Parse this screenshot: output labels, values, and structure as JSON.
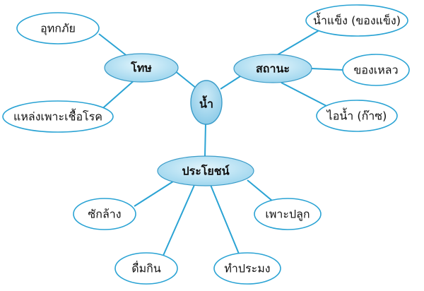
{
  "diagram": {
    "center": "น้ำ",
    "categories": {
      "harm": "โทษ",
      "state": "สถานะ",
      "benefit": "ประโยชน์"
    },
    "leaves": {
      "accident": "อุทกภัย",
      "germ_source": "แหล่งเพาะเชื้อโรค",
      "ice": "น้ำแข็ง (ของแข็ง)",
      "liquid": "ของเหลว",
      "vapor": "ไอน้ำ (ก๊าซ)",
      "washing": "ซักล้าง",
      "drinking": "ดื่มกิน",
      "fishing": "ทำประมง",
      "planting": "เพาะปลูก"
    }
  }
}
